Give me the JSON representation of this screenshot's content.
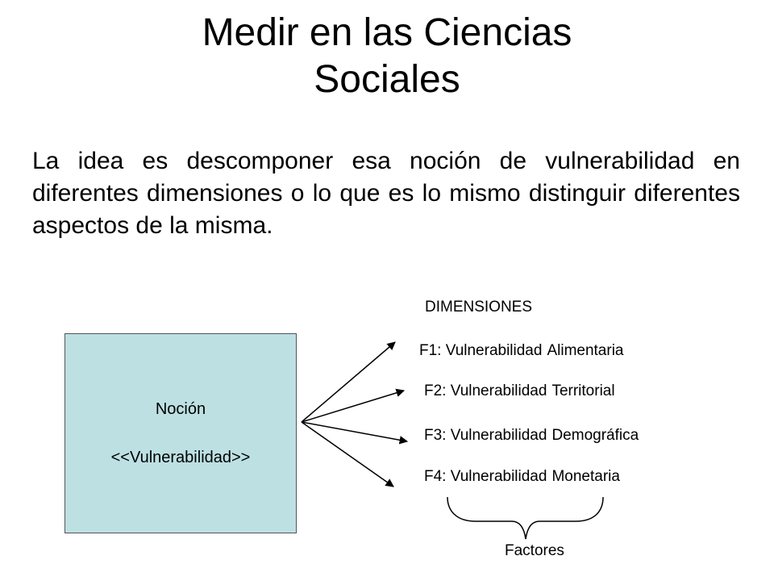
{
  "slide": {
    "title_line1": "Medir en las Ciencias",
    "title_line2": "Sociales",
    "body": "La idea es descomponer esa noción de vulnerabilidad en diferentes dimensiones o lo que es lo mismo distinguir diferentes aspectos de la misma."
  },
  "diagram": {
    "box_label": "Noción",
    "box_term": "<<Vulnerabilidad>>",
    "box_color": "#bde0e3",
    "header": "DIMENSIONES",
    "dimensions": [
      {
        "code": "F1: Vulnerabilidad",
        "name": "Alimentaria"
      },
      {
        "code": "F2: Vulnerabilidad",
        "name": "Territorial"
      },
      {
        "code": "F3: Vulnerabilidad",
        "name": "Demográfica"
      },
      {
        "code": "F4: Vulnerabilidad",
        "name": "Monetaria"
      }
    ],
    "brace_label": "Factores"
  }
}
